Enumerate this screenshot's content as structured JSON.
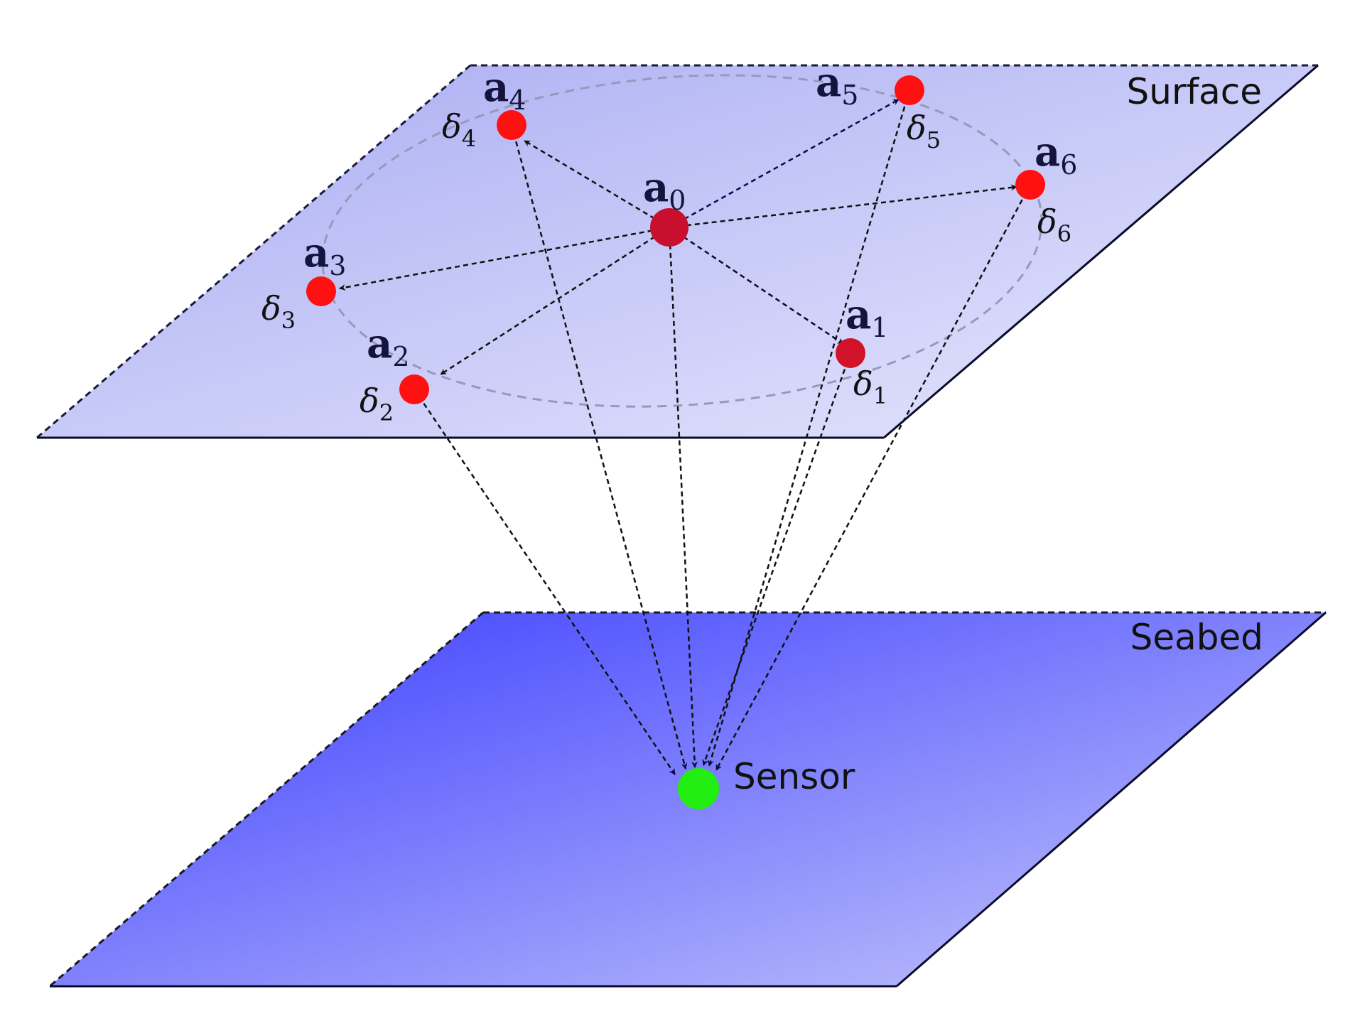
{
  "planes": {
    "surface_label": "Surface",
    "seabed_label": "Seabed"
  },
  "sensor": {
    "label": "Sensor",
    "color": "#22ee11"
  },
  "center": {
    "symbol": "a",
    "subscript": "0",
    "color": "#c8102e"
  },
  "anchors": [
    {
      "id": "1",
      "symbol": "a",
      "subscript": "1",
      "delta": "δ",
      "delta_sub": "1"
    },
    {
      "id": "2",
      "symbol": "a",
      "subscript": "2",
      "delta": "δ",
      "delta_sub": "2"
    },
    {
      "id": "3",
      "symbol": "a",
      "subscript": "3",
      "delta": "δ",
      "delta_sub": "3"
    },
    {
      "id": "4",
      "symbol": "a",
      "subscript": "4",
      "delta": "δ",
      "delta_sub": "4"
    },
    {
      "id": "5",
      "symbol": "a",
      "subscript": "5",
      "delta": "δ",
      "delta_sub": "5"
    },
    {
      "id": "6",
      "symbol": "a",
      "subscript": "6",
      "delta": "δ",
      "delta_sub": "6"
    }
  ],
  "colors": {
    "anchor": "#ff1111",
    "surface_plane": "#c4c8f8",
    "seabed_plane": "#5a5cff",
    "arrow_dark": "#0a0a3c"
  }
}
